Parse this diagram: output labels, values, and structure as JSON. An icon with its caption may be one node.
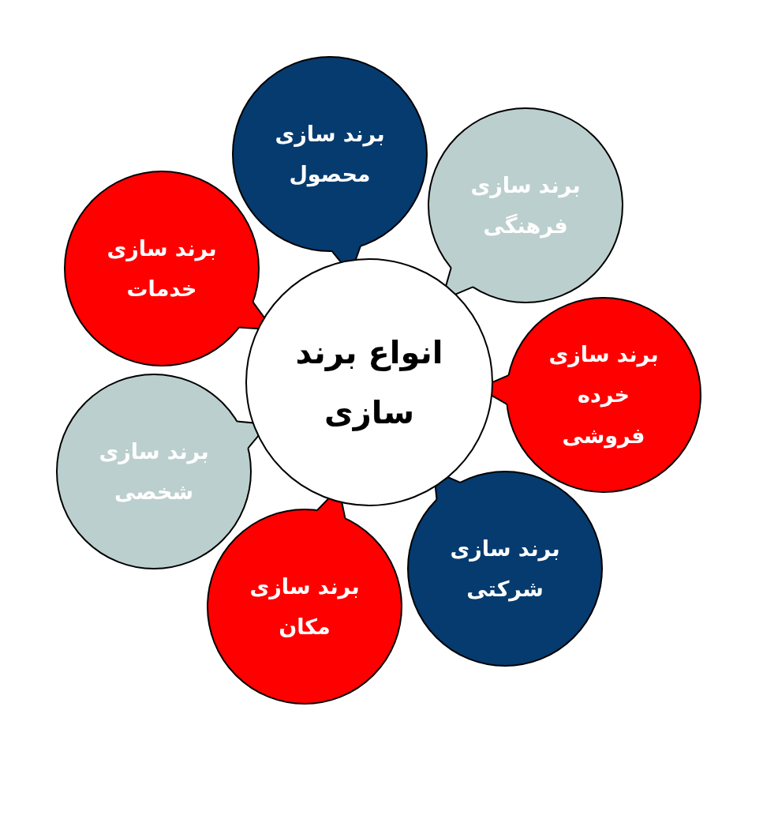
{
  "diagram": {
    "nodes": [
      {
        "text": [
          "انواع برند سازی"
        ]
      },
      {
        "text": [
          "برند سازی محصول"
        ]
      },
      {
        "text": [
          "برند سازی فرهنگی"
        ]
      },
      {
        "text": [
          "برند سازی خرده فروشی"
        ]
      },
      {
        "text": [
          "برند سازی شرکتی"
        ]
      },
      {
        "text": [
          "برند سازی مکان"
        ]
      },
      {
        "text": [
          "برند سازی شخصی"
        ]
      },
      {
        "text": [
          "برند سازی خدمات"
        ]
      }
    ]
  }
}
